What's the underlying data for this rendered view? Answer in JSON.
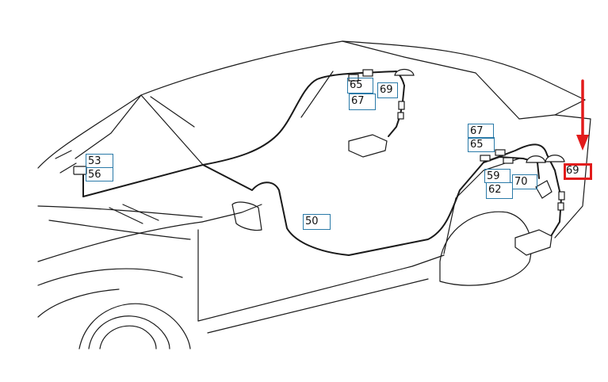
{
  "callouts": [
    {
      "id": "c53",
      "label": "53"
    },
    {
      "id": "c56",
      "label": "56"
    },
    {
      "id": "c65a",
      "label": "65"
    },
    {
      "id": "c67a",
      "label": "67"
    },
    {
      "id": "c69a",
      "label": "69"
    },
    {
      "id": "c67b",
      "label": "67"
    },
    {
      "id": "c65b",
      "label": "65"
    },
    {
      "id": "c59",
      "label": "59"
    },
    {
      "id": "c62",
      "label": "62"
    },
    {
      "id": "c70",
      "label": "70"
    },
    {
      "id": "c50",
      "label": "50"
    },
    {
      "id": "c69b",
      "label": "69"
    }
  ],
  "colors": {
    "line": "#1a1a1a",
    "callout_border": "#2a7aa8",
    "highlight": "#e21b1b"
  }
}
